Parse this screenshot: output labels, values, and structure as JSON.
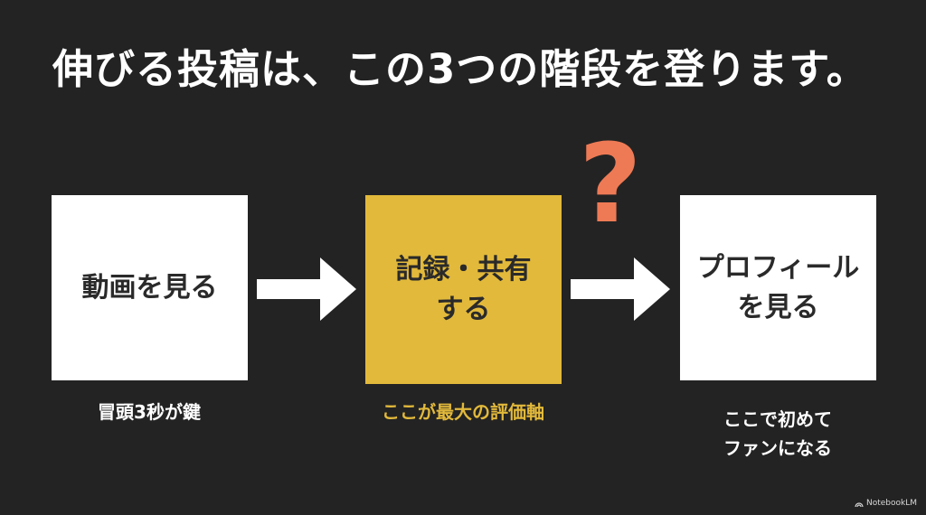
{
  "title": "伸びる投稿は、この3つの階段を登ります。",
  "steps": [
    {
      "label": "動画を見る",
      "caption": "冒頭3秒が鍵",
      "box_color": "#FFFFFF",
      "caption_color": "#FFFFFF"
    },
    {
      "label": "記録・共有する",
      "label_line1": "記録・共有",
      "label_line2": "する",
      "caption": "ここが最大の評価軸",
      "box_color": "#E2B93B",
      "caption_color": "#E2B93B"
    },
    {
      "label": "プロフィールを見る",
      "label_line1": "プロフィール",
      "label_line2": "を見る",
      "caption": "ここで初めてファンになる",
      "caption_line1": "ここで初めて",
      "caption_line2": "ファンになる",
      "box_color": "#FFFFFF",
      "caption_color": "#FFFFFF"
    }
  ],
  "arrows": [
    "arrow-right",
    "arrow-right"
  ],
  "question_mark": {
    "glyph": "?",
    "color": "#EE7A55"
  },
  "brand": {
    "icon": "notebooklm-icon",
    "label": "NotebookLM"
  },
  "colors": {
    "background": "#232323",
    "accent": "#E2B93B",
    "highlight": "#EE7A55"
  }
}
